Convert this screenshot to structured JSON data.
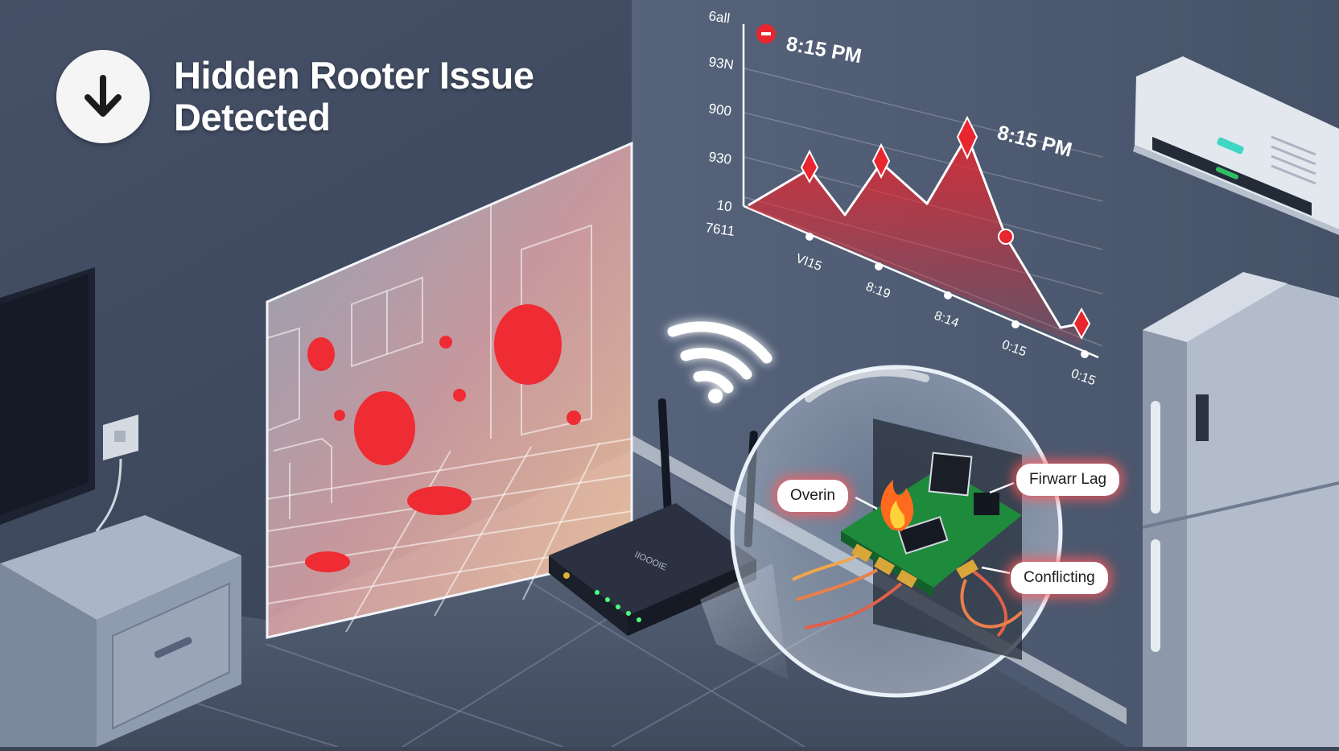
{
  "headline": {
    "line1": "Hidden Rooter Issue",
    "line2": "Detected",
    "icon": "down-arrow-icon"
  },
  "chart": {
    "time_labels": [
      "8:15 PM",
      "8:15 PM"
    ],
    "y_ticks": [
      "6all",
      "93N",
      "900",
      "930",
      "10",
      "7611"
    ],
    "x_ticks": [
      "VI15",
      "8:19",
      "8:14",
      "0:15",
      "0:15"
    ]
  },
  "router": {
    "brand": "IIOOOIE"
  },
  "callouts": {
    "overheat": "Overin",
    "firmware": "Firwarr Lag",
    "conflict": "Conflicting"
  },
  "colors": {
    "alert_red": "#e8262f",
    "wall": "#3b4558",
    "glow": "#ff6b6b"
  }
}
